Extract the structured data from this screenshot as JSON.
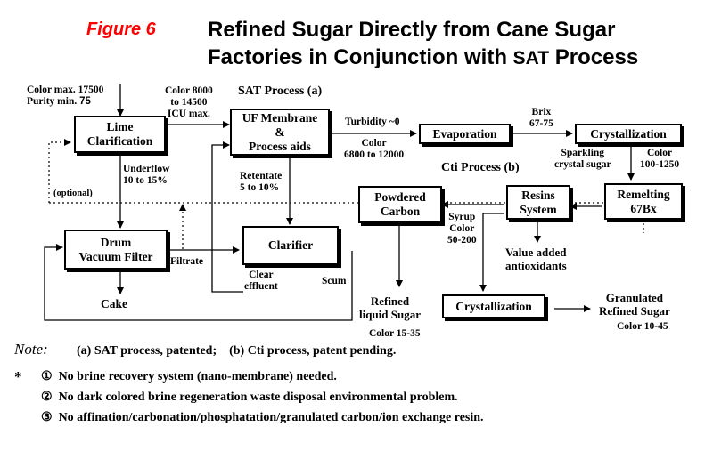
{
  "header": {
    "figure_label": "Figure 6",
    "title_line1": "Refined Sugar Directly from Cane Sugar",
    "title_line2_a": "Factories in Conjunction with ",
    "title_line2_b": "SAT",
    "title_line2_c": " Process"
  },
  "colors": {
    "figure_label": "#ff0000",
    "lines": "#000000"
  },
  "process_titles": {
    "sat": "SAT Process (a)",
    "cti": "Cti Process (b)"
  },
  "boxes": {
    "lime_clarification": [
      "Lime",
      "Clarification"
    ],
    "uf_membrane": [
      "UF Membrane",
      "&",
      "Process aids"
    ],
    "evaporation": "Evaporation",
    "crystallization_top": "Crystallization",
    "drum_vacuum_filter": [
      "Drum",
      "Vacuum Filter"
    ],
    "clarifier": "Clarifier",
    "powdered_carbon": [
      "Powdered",
      "Carbon"
    ],
    "resins_system": [
      "Resins",
      "System"
    ],
    "remelting": [
      "Remelting",
      "67Bx"
    ],
    "crystallization_bottom": "Crystallization"
  },
  "labels": {
    "input_color": "Color max. 17500",
    "input_purity": "Purity min.",
    "input_purity_value": "75",
    "uf_feed": [
      "Color 8000",
      "to 14500",
      "ICU max."
    ],
    "turbidity": "Turbidity ~0",
    "uf_color": [
      "Color",
      "6800 to 12000"
    ],
    "brix": [
      "Brix",
      "67-75"
    ],
    "sparkling": [
      "Sparkling",
      "crystal sugar"
    ],
    "color_remelt": [
      "Color",
      "100-1250"
    ],
    "underflow": [
      "Underflow",
      "10 to 15%"
    ],
    "optional": "(optional)",
    "retentate": [
      "Retentate",
      "5 to 10%"
    ],
    "filtrate": "Filtrate",
    "clear_effluent": [
      "Clear",
      "effluent"
    ],
    "scum": "Scum",
    "cake": "Cake",
    "syrup": [
      "Syrup",
      "Color",
      "50-200"
    ],
    "value_added": [
      "Value added",
      "antioxidants"
    ],
    "refined_liquid": [
      "Refined",
      "liquid Sugar"
    ],
    "refined_liquid_color": "Color 15-35",
    "granulated": [
      "Granulated",
      "Refined Sugar"
    ],
    "granulated_color": "Color 10-45"
  },
  "notes": {
    "label": "Note:",
    "text": "(a) SAT process, patented;    (b) Cti process, patent pending.",
    "asterisk": "*",
    "items": [
      {
        "mark": "①",
        "text": "No brine recovery system (nano-membrane) needed."
      },
      {
        "mark": "②",
        "text": "No dark colored brine regeneration waste disposal environmental problem."
      },
      {
        "mark": "③",
        "text": "No affination/carbonation/phosphatation/granulated carbon/ion exchange resin."
      }
    ]
  }
}
